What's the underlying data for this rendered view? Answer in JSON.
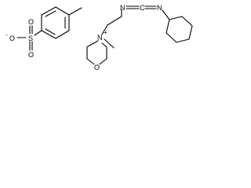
{
  "structure": {
    "atoms": {
      "sulfur": "S",
      "oxygen_anion": "O",
      "anion_charge": "-",
      "oxygen_top": "O",
      "oxygen_bottom": "O",
      "nitrogen_cation": "N",
      "cation_charge": "+",
      "morpholine_oxygen": "O",
      "nitrogen_left_carbodiimide": "N",
      "carbon_carbodiimide": "C",
      "nitrogen_right_carbodiimide": "N"
    }
  },
  "colors": {
    "bond": "#000000",
    "text": "#000000",
    "background": "#ffffff"
  }
}
